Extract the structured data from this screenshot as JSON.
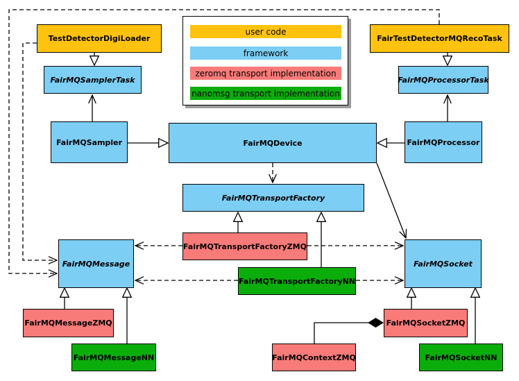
{
  "colors": {
    "user_code": "#FFC20E",
    "framework": "#7CCEF4",
    "zeromq": "#F97B79",
    "nanomsg": "#0BAD0B",
    "line": "#000000",
    "background": "#FFFFFF"
  },
  "legend": {
    "items": [
      {
        "label": "user code",
        "color_key": "user_code"
      },
      {
        "label": "framework",
        "color_key": "framework"
      },
      {
        "label": "zeromq transport implementation",
        "color_key": "zeromq"
      },
      {
        "label": "nanomsg transport implementation",
        "color_key": "nanomsg"
      }
    ]
  },
  "nodes": {
    "test_detector_digi_loader": {
      "label": "TestDetectorDigiLoader",
      "category": "user code"
    },
    "fair_test_detector_mq_reco_task": {
      "label": "FairTestDetectorMQRecoTask",
      "category": "user code"
    },
    "fairmq_sampler_task": {
      "label": "FairMQSamplerTask",
      "category": "framework",
      "abstract": true
    },
    "fairmq_processor_task": {
      "label": "FairMQProcessorTask",
      "category": "framework",
      "abstract": true
    },
    "fairmq_sampler": {
      "label": "FairMQSampler",
      "category": "framework"
    },
    "fairmq_device": {
      "label": "FairMQDevice",
      "category": "framework"
    },
    "fairmq_processor": {
      "label": "FairMQProcessor",
      "category": "framework"
    },
    "fairmq_transport_factory": {
      "label": "FairMQTransportFactory",
      "category": "framework",
      "abstract": true
    },
    "fairmq_transport_factory_zmq": {
      "label": "FairMQTransportFactoryZMQ",
      "category": "zeromq"
    },
    "fairmq_transport_factory_nn": {
      "label": "FairMQTransportFactoryNN",
      "category": "nanomsg"
    },
    "fairmq_message": {
      "label": "FairMQMessage",
      "category": "framework",
      "abstract": true
    },
    "fairmq_socket": {
      "label": "FairMQSocket",
      "category": "framework",
      "abstract": true
    },
    "fairmq_message_zmq": {
      "label": "FairMQMessageZMQ",
      "category": "zeromq"
    },
    "fairmq_message_nn": {
      "label": "FairMQMessageNN",
      "category": "nanomsg"
    },
    "fairmq_context_zmq": {
      "label": "FairMQContextZMQ",
      "category": "zeromq"
    },
    "fairmq_socket_zmq": {
      "label": "FairMQSocketZMQ",
      "category": "zeromq"
    },
    "fairmq_socket_nn": {
      "label": "FairMQSocketNN",
      "category": "nanomsg"
    }
  }
}
